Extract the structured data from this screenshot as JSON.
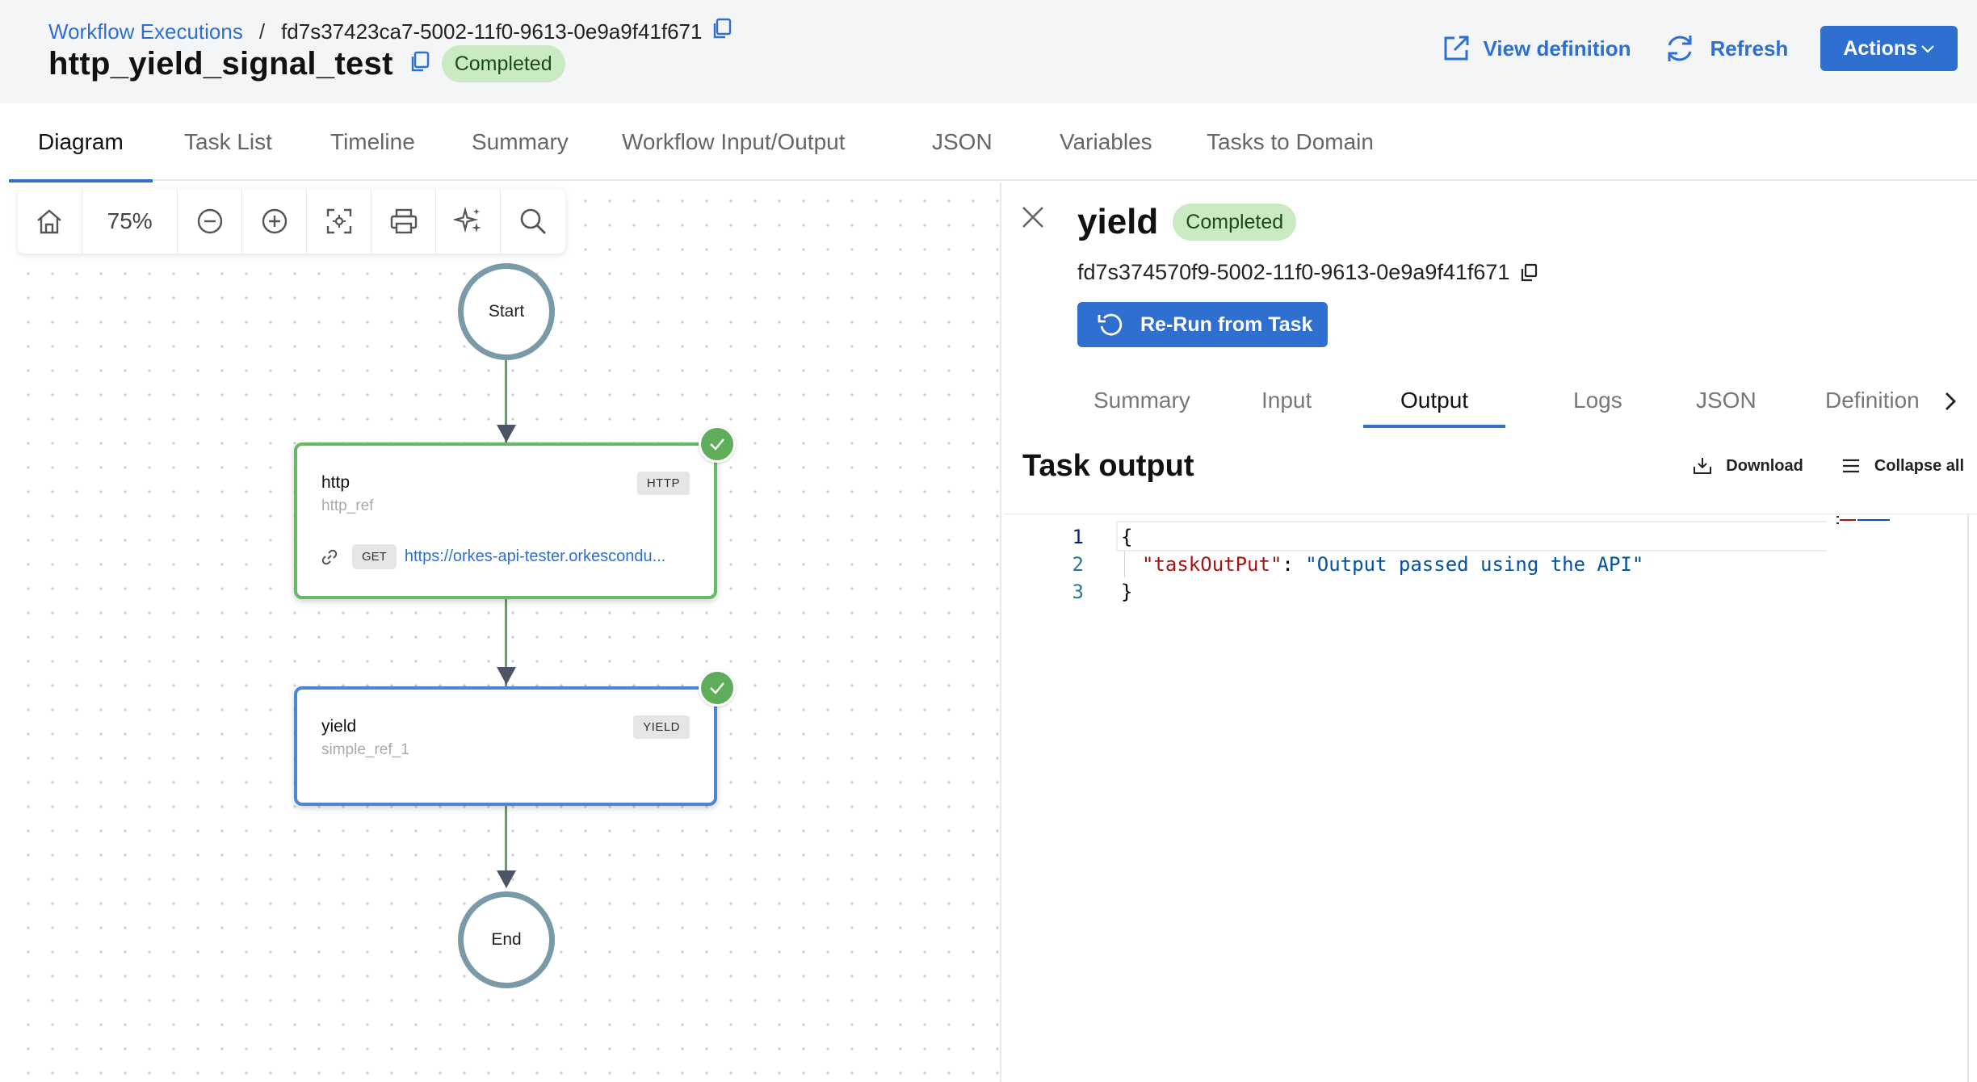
{
  "header": {
    "breadcrumb": {
      "link": "Workflow Executions",
      "separator": "/",
      "execution_id": "fd7s37423ca7-5002-11f0-9613-0e9a9f41f671"
    },
    "workflow_name": "http_yield_signal_test",
    "status": "Completed",
    "actions": {
      "view_definition": "View definition",
      "refresh": "Refresh",
      "actions": "Actions"
    }
  },
  "tabs": [
    {
      "label": "Diagram",
      "active": true
    },
    {
      "label": "Task List"
    },
    {
      "label": "Timeline"
    },
    {
      "label": "Summary"
    },
    {
      "label": "Workflow Input/Output"
    },
    {
      "label": "JSON"
    },
    {
      "label": "Variables"
    },
    {
      "label": "Tasks to Domain"
    }
  ],
  "toolbar": {
    "zoom": "75%",
    "icons": [
      "home-icon",
      "zoom-out-icon",
      "zoom-in-icon",
      "fit-view-icon",
      "print-icon",
      "magic-icon",
      "search-icon"
    ]
  },
  "diagram": {
    "start": "Start",
    "end": "End",
    "tasks": [
      {
        "name": "http",
        "ref": "http_ref",
        "type": "HTTP",
        "method": "GET",
        "url": "https://orkes-api-tester.orkescondu...",
        "status": "completed"
      },
      {
        "name": "yield",
        "ref": "simple_ref_1",
        "type": "YIELD",
        "status": "completed"
      }
    ]
  },
  "panel": {
    "task_name": "yield",
    "status": "Completed",
    "task_id": "fd7s374570f9-5002-11f0-9613-0e9a9f41f671",
    "rerun_label": "Re-Run from Task",
    "tabs": [
      {
        "label": "Summary"
      },
      {
        "label": "Input"
      },
      {
        "label": "Output",
        "active": true
      },
      {
        "label": "Logs"
      },
      {
        "label": "JSON"
      },
      {
        "label": "Definition"
      }
    ],
    "section_title": "Task output",
    "download": "Download",
    "collapse_all": "Collapse all",
    "code": {
      "line_numbers": [
        "1",
        "2",
        "3"
      ],
      "open_brace": "{",
      "key": "\"taskOutPut\"",
      "colon": ": ",
      "value": "\"Output passed using the API\"",
      "close_brace": "}"
    }
  },
  "colors": {
    "accent": "#2f6fd0",
    "success_badge": "#c9eac3",
    "success_border": "#68b865",
    "selected_border": "#4a86d4",
    "terminal_node": "#7b9aa8"
  }
}
